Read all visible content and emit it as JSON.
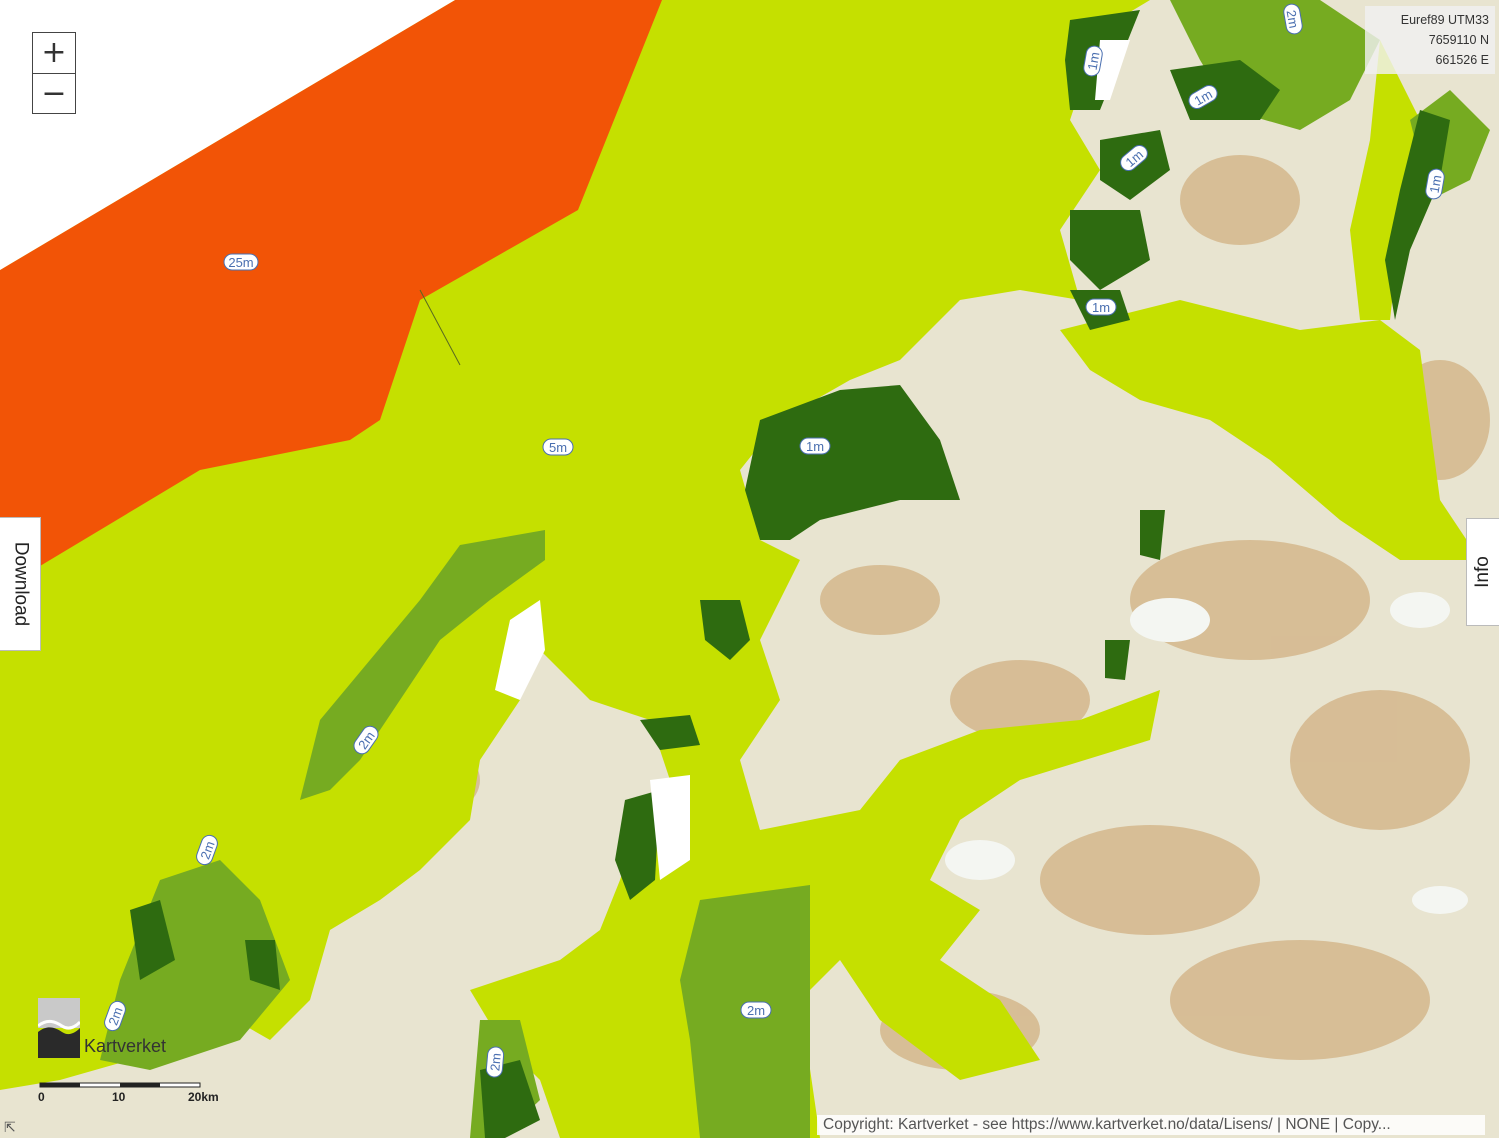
{
  "zoom": {
    "in_label": "+",
    "out_label": "−"
  },
  "coordinates": {
    "system": "Euref89 UTM33",
    "northing": "7659110 N",
    "easting": "661526 E"
  },
  "tabs": {
    "download": "Download",
    "info": "Info"
  },
  "map_labels": {
    "deep": "25m",
    "mid": "5m",
    "l1": "1m",
    "l2": "1m",
    "l3": "1m",
    "l4": "1m",
    "l5": "1m",
    "l6": "1m",
    "l7": "2m",
    "l8": "2m",
    "l9": "2m",
    "l10": "2m",
    "l11": "2m",
    "l12": "2m"
  },
  "logo": {
    "text": "Kartverket"
  },
  "scale": {
    "t0": "0",
    "t1": "10",
    "t2": "20km"
  },
  "attribution": "Copyright: Kartverket - see https://www.kartverket.no/data/Lisens/ | NONE | Copy...",
  "colors": {
    "zone_25m": "#f25406",
    "zone_5m": "#c5e000",
    "zone_2m": "#76ab21",
    "zone_1m": "#2e6b10",
    "land": "#e7e3cf",
    "terrain": "#cfae82"
  }
}
